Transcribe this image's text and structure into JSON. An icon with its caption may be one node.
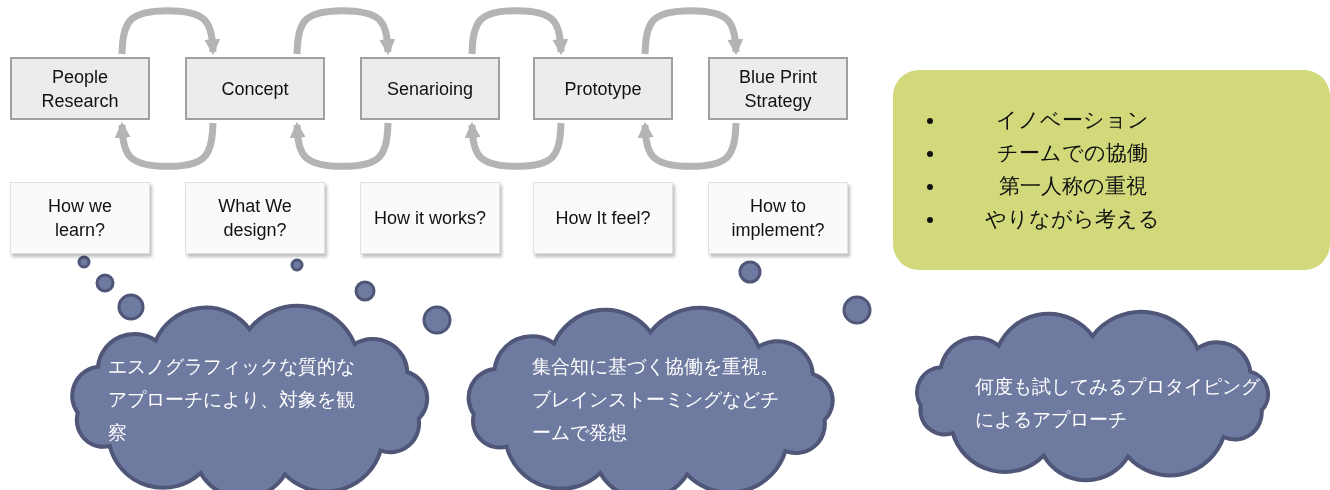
{
  "diagram": {
    "nodes": [
      {
        "text": [
          "People Research"
        ]
      },
      {
        "text": [
          "Concept"
        ]
      },
      {
        "text": [
          "Senarioing"
        ]
      },
      {
        "text": [
          "Prototype"
        ]
      },
      {
        "text": [
          "Blue Print Strategy"
        ]
      },
      {
        "text": [
          "How we learn?"
        ]
      },
      {
        "text": [
          "What We design?"
        ]
      },
      {
        "text": [
          "How it works?"
        ]
      },
      {
        "text": [
          "How It feel?"
        ]
      },
      {
        "text": [
          "How to implement?"
        ]
      },
      {
        "text": [
          "イノベーション",
          "チームでの協働",
          "第一人称の重視",
          "やりながら考える"
        ]
      },
      {
        "text": [
          "エスノグラフィックな質的なアプローチにより、対象を観察"
        ]
      },
      {
        "text": [
          "集合知に基づく協働を重視。ブレインストーミングなどチームで発想"
        ]
      },
      {
        "text": [
          "何度も試してみるプロタイピングによるアプローチ"
        ]
      }
    ],
    "edges": [
      {
        "from": 0,
        "to": 1,
        "arrow": "to"
      },
      {
        "from": 1,
        "to": 0,
        "arrow": "to"
      },
      {
        "from": 1,
        "to": 2,
        "arrow": "to"
      },
      {
        "from": 2,
        "to": 1,
        "arrow": "to"
      },
      {
        "from": 2,
        "to": 3,
        "arrow": "to"
      },
      {
        "from": 3,
        "to": 2,
        "arrow": "to"
      },
      {
        "from": 3,
        "to": 4,
        "arrow": "to"
      },
      {
        "from": 4,
        "to": 3,
        "arrow": "to"
      }
    ]
  }
}
